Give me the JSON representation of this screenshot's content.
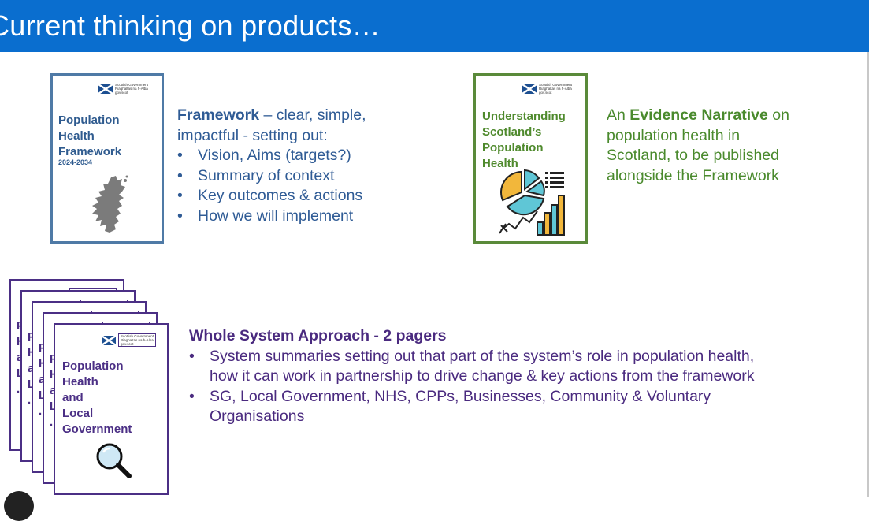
{
  "header": {
    "title": "Current thinking on products…"
  },
  "framework_doc": {
    "logo_line1": "Scottish Government",
    "logo_line2": "Riaghaltas na h-Alba",
    "logo_line3": "gov.scot",
    "title_line1": "Population",
    "title_line2": "Health",
    "title_line3": "Framework",
    "subtitle": "2024-2034"
  },
  "framework_text": {
    "heading_bold": "Framework",
    "heading_rest": " – clear, simple,",
    "line2": "impactful - setting out:",
    "bullets": [
      "Vision, Aims (targets?)",
      "Summary of context",
      "Key outcomes & actions",
      "How we will implement"
    ]
  },
  "evidence_doc": {
    "logo_line1": "Scottish Government",
    "logo_line2": "Riaghaltas na h-Alba",
    "logo_line3": "gov.scot",
    "title_line1": "Understanding",
    "title_line2": "Scotland’s",
    "title_line3": "Population",
    "title_line4": "Health"
  },
  "evidence_text": {
    "pre": "An ",
    "bold": "Evidence Narrative",
    "post": " on",
    "line2": "population health in",
    "line3": "Scotland, to be published",
    "line4": "alongside the Framework"
  },
  "wsa_doc": {
    "logo_line1": "Scottish Government",
    "logo_line2": "Riaghaltas na h-Alba",
    "logo_line3": "gov.scot",
    "title_line1": "Population",
    "title_line2": "Health",
    "title_line3": "and",
    "title_line4": "Local",
    "title_line5": "Government",
    "edge_letters": "P\nH\na\nL\n."
  },
  "wsa_text": {
    "heading": "Whole System Approach - 2 pagers",
    "bullet1_line1": "System summaries setting out that part of the system’s role in population health,",
    "bullet1_line2": "how it can work in partnership to drive change & key actions from the framework",
    "bullet2_line1": "SG, Local Government, NHS, CPPs, Businesses, Community & Voluntary",
    "bullet2_line2": "Organisations"
  },
  "colors": {
    "header_bg": "#0a6ecf",
    "framework_blue": "#2f5b95",
    "evidence_green": "#4a8a2d",
    "wsa_purple": "#4a2a7f"
  }
}
